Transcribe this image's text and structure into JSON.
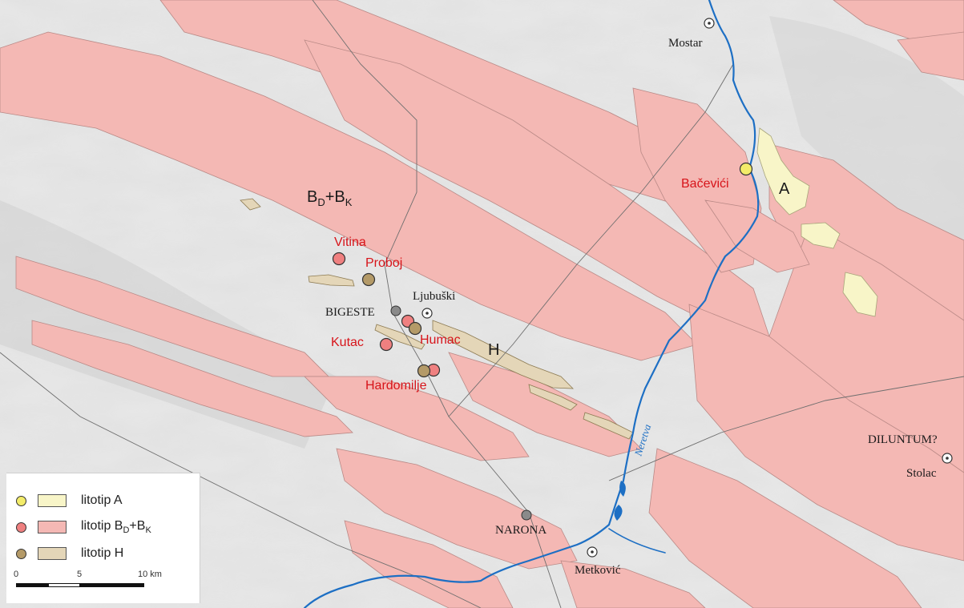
{
  "map": {
    "towns": [
      {
        "name": "Mostar"
      },
      {
        "name": "Ljubuški"
      },
      {
        "name": "Metković"
      },
      {
        "name": "Stolac"
      }
    ],
    "ancient_sites": [
      {
        "name": "BIGESTE"
      },
      {
        "name": "NARONA"
      },
      {
        "name": "DILUNTUM?"
      }
    ],
    "sample_sites": [
      {
        "name": "Bačevići",
        "lithotype": "A"
      },
      {
        "name": "Vitina",
        "lithotype": "BD+BK"
      },
      {
        "name": "Proboj",
        "lithotype": "H"
      },
      {
        "name": "Kutac",
        "lithotype": "BD+BK"
      },
      {
        "name": "Humac",
        "lithotype": "H"
      },
      {
        "name": "Hardomilje",
        "lithotype": "H"
      }
    ],
    "zone_labels": {
      "a": "A",
      "h": "H",
      "bdbk_base": "B",
      "bdbk_sub1": "D",
      "bdbk_plus": "+B",
      "bdbk_sub2": "K"
    },
    "river": "Neretva"
  },
  "legend": {
    "items": [
      {
        "label": "litotip A",
        "dot_color": "#f3ec6a",
        "fill_color": "#f8f5c8"
      },
      {
        "label_base": "litotip B",
        "sub1": "D",
        "plus": "+B",
        "sub2": "K",
        "dot_color": "#ef8080",
        "fill_color": "#f4b8b4"
      },
      {
        "label": "litotip H",
        "dot_color": "#b49a68",
        "fill_color": "#e4d6b8"
      }
    ],
    "scale": {
      "ticks": [
        "0",
        "5",
        "10 km"
      ]
    }
  },
  "colors": {
    "background": "#e6e6e6",
    "lithotype_bdbk": "#f4b8b4",
    "lithotype_a": "#f8f5c8",
    "lithotype_h": "#e4d6b8",
    "river": "#1d6fc4",
    "site_label": "#d7141a"
  }
}
